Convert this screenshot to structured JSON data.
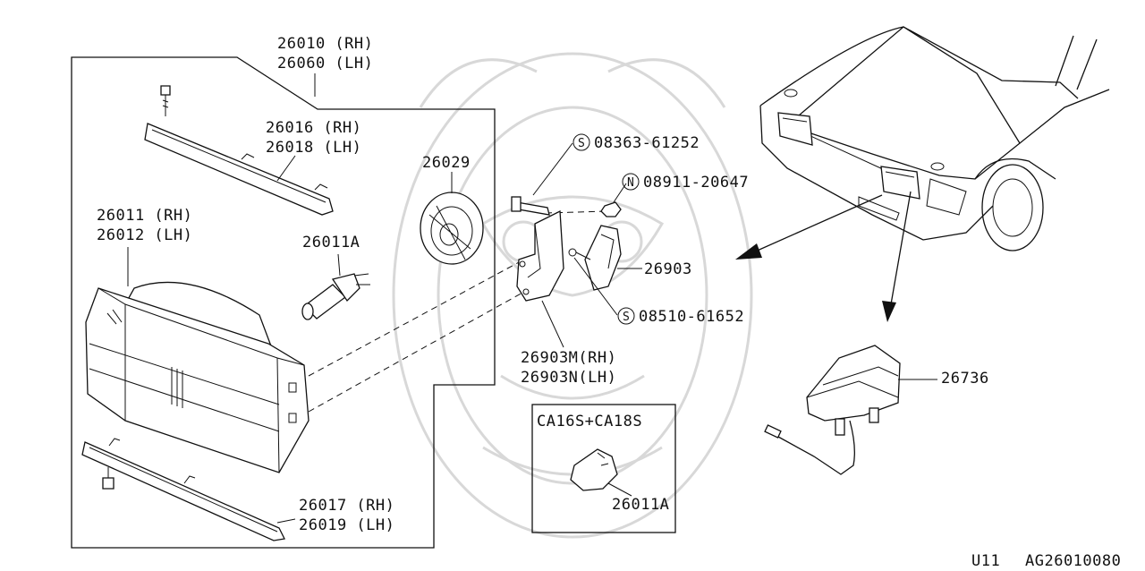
{
  "labels": {
    "p26010": "26010 (RH)",
    "p26060": "26060 (LH)",
    "p26016": "26016 (RH)",
    "p26018": "26018 (LH)",
    "p26029": "26029",
    "p26011": "26011 (RH)",
    "p26012": "26012 (LH)",
    "p26011A_bulb": "26011A",
    "p08363_code": "S",
    "p08363": "08363-61252",
    "p08911_code": "N",
    "p08911": "08911-20647",
    "p26903": "26903",
    "p08510_code": "S",
    "p08510": "08510-61652",
    "p26903M": "26903M(RH)",
    "p26903N": "26903N(LH)",
    "inset_title": "CA16S+CA18S",
    "p26011A_inset": "26011A",
    "p26736": "26736",
    "p26017": "26017 (RH)",
    "p26019": "26019 (LH)"
  },
  "footer": {
    "model": "U11",
    "code": "AG26010080"
  }
}
